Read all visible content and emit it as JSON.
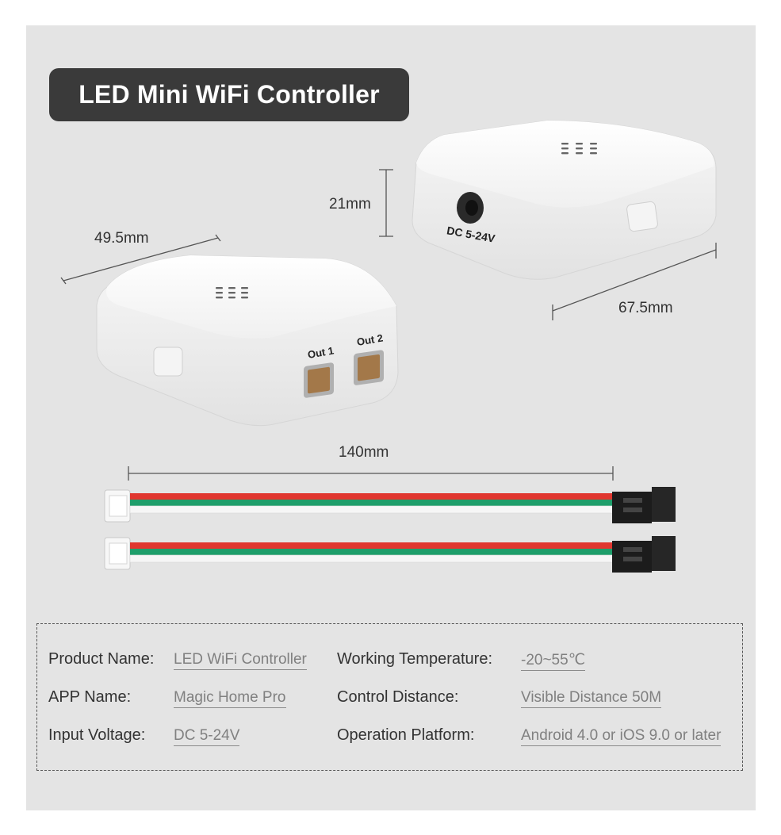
{
  "title": "LED Mini WiFi Controller",
  "dimensions": {
    "width": "49.5mm",
    "height": "21mm",
    "length": "67.5mm",
    "cable": "140mm"
  },
  "device_labels": {
    "out1": "Out 1",
    "out2": "Out 2",
    "dc": "DC 5-24V"
  },
  "specs": [
    {
      "label": "Product Name:",
      "value": "LED WiFi Controller"
    },
    {
      "label": "Working Temperature:",
      "value": "-20~55℃"
    },
    {
      "label": "APP Name:",
      "value": "Magic Home Pro"
    },
    {
      "label": "Control Distance:",
      "value": "Visible Distance 50M"
    },
    {
      "label": "Input Voltage:",
      "value": "DC 5-24V"
    },
    {
      "label": "Operation Platform:",
      "value": "Android 4.0 or iOS 9.0 or later"
    }
  ],
  "colors": {
    "panel": "#e4e4e4",
    "title_bg": "#3a3a3a",
    "wire_red": "#e0362f",
    "wire_green": "#1f9e6b",
    "wire_white": "#f6f6f6"
  }
}
